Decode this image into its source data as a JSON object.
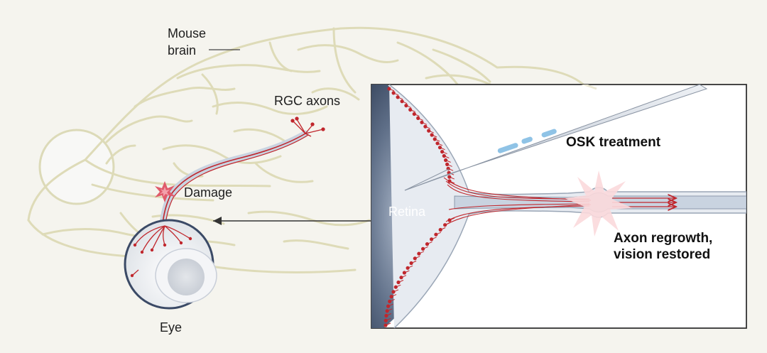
{
  "labels": {
    "mouse_brain_line1": "Mouse",
    "mouse_brain_line2": "brain",
    "rgc_axons": "RGC axons",
    "damage": "Damage",
    "eye": "Eye",
    "retina": "Retina",
    "osk_treatment": "OSK treatment",
    "regrowth_line1": "Axon regrowth,",
    "regrowth_line2": "vision restored"
  },
  "colors": {
    "background": "#f5f4ee",
    "brain_outline": "#dedbb8",
    "axon_red": "#c0272d",
    "damage_pink": "#f0a0a8",
    "nerve_blue": "#c9d3e0",
    "retina_dark": "#3d4d66"
  }
}
